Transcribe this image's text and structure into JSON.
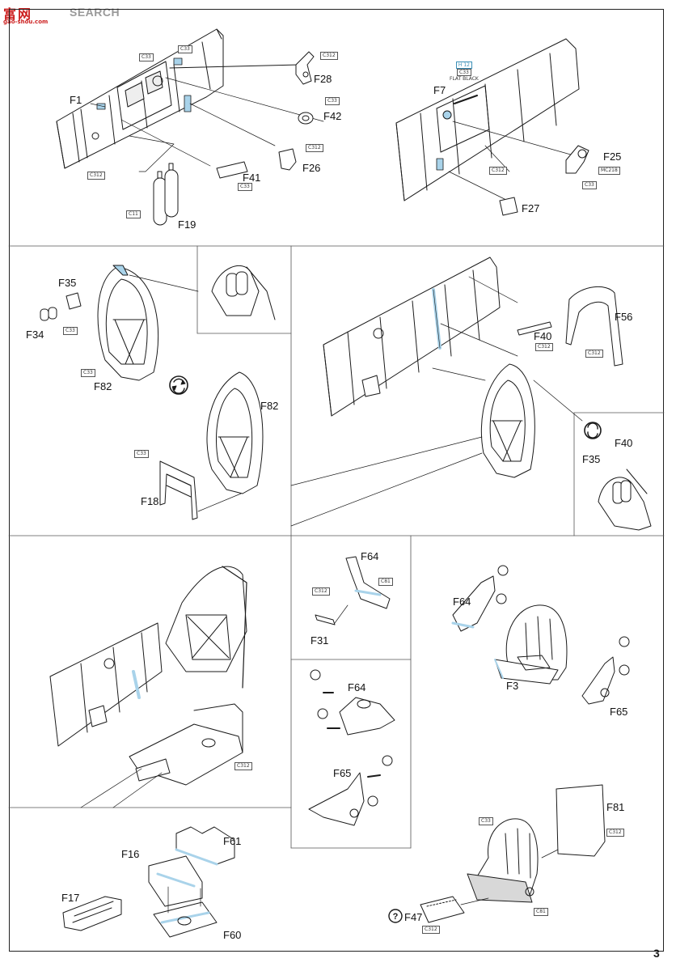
{
  "watermark": {
    "cn_text": "富网",
    "url_text": "gao-shou.com",
    "word": "SEARCH"
  },
  "page_number": "3",
  "parts": {
    "p1": {
      "F1": "F1",
      "F28": "F28",
      "F42": "F42",
      "F41": "F41",
      "F26": "F26",
      "F19": "F19"
    },
    "p2": {
      "F7": "F7",
      "F25": "F25",
      "F27": "F27"
    },
    "p3": {
      "F35": "F35",
      "F34": "F34",
      "F82a": "F82",
      "F82b": "F82",
      "F18": "F18"
    },
    "p4": {
      "F40a": "F40",
      "F56": "F56",
      "F40b": "F40",
      "F35": "F35"
    },
    "p6": {
      "F64": "F64",
      "F31": "F31"
    },
    "p7": {
      "F64": "F64",
      "F3": "F3",
      "F65": "F65"
    },
    "p8": {
      "F64": "F64",
      "F65": "F65"
    },
    "p9": {
      "F16": "F16",
      "F61": "F61",
      "F17": "F17",
      "F60": "F60"
    },
    "p10": {
      "F81": "F81",
      "F47": "F47"
    }
  },
  "codes": {
    "c1": "C33",
    "c2": "C33",
    "c3": "C312",
    "c4": "C33",
    "c5": "C312",
    "c6": "C312",
    "c7": "C33",
    "c8": "C11",
    "c9": "C312",
    "c10": "MC218",
    "c11": "C33",
    "c12": "C33",
    "c13": "C33",
    "c14": "C33",
    "c15": "C312",
    "c16": "C312",
    "c17": "C312",
    "c18": "C312",
    "c19": "C81",
    "c20": "C33",
    "c21": "C312",
    "c22": "C81",
    "c23": "C312"
  },
  "paint_note": {
    "hv": "H 12",
    "code": "C33",
    "text": "FLAT BLACK"
  },
  "icons": {
    "rotate": "rotate-view-icon",
    "optional": "question-mark-icon",
    "drill": "drill-hole-icon"
  },
  "colors": {
    "highlight": "#a9d3ea",
    "ink": "#1a1a1a"
  }
}
